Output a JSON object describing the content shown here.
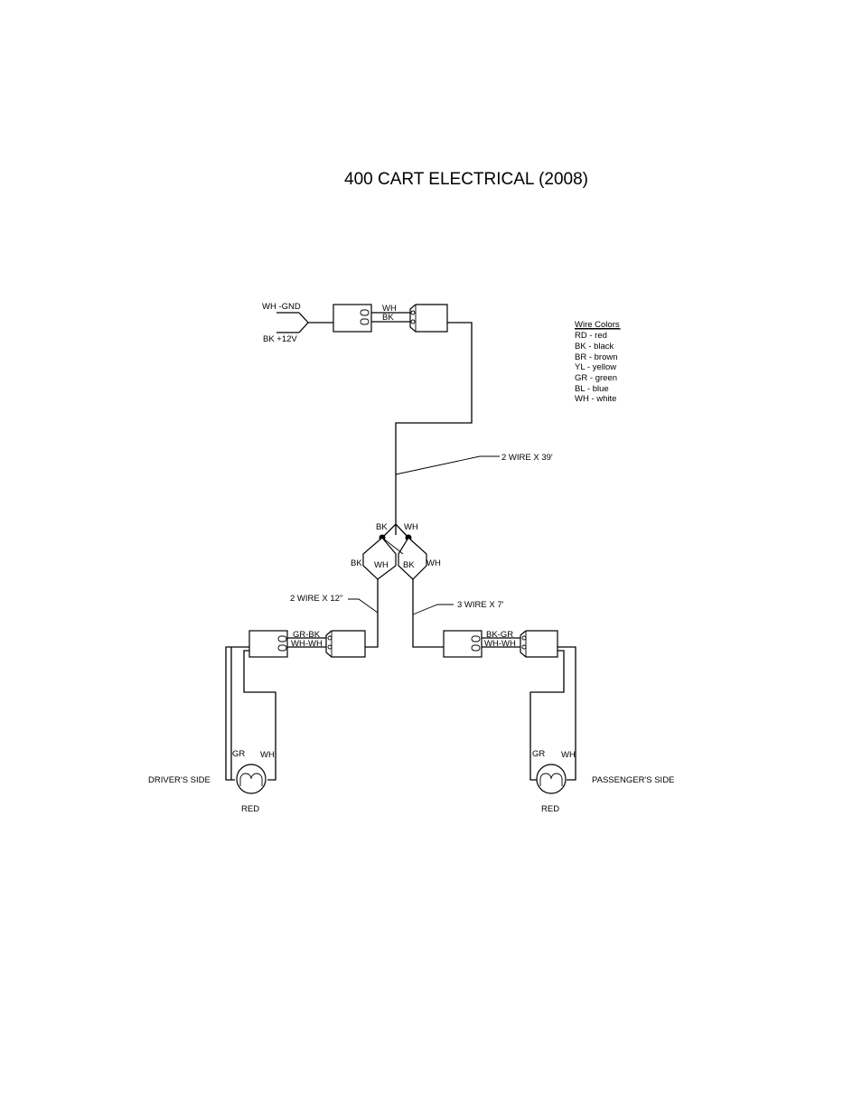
{
  "title": "400 CART ELECTRICAL (2008)",
  "power": {
    "gnd_label": "WH -GND",
    "pos_label": "BK +12V",
    "wh_label": "WH",
    "bk_label": "BK"
  },
  "cable_main": "2 WIRE X 39'",
  "splice": {
    "bk_top": "BK",
    "wh_top": "WH",
    "bk_left": "BK",
    "wh_left": "WH",
    "bk_right": "BK",
    "wh_right": "WH"
  },
  "cable_left": "2 WIRE X 12\"",
  "cable_right": "3 WIRE X 7'",
  "left_connector": {
    "top": "GR-BK",
    "bottom": "WH-WH"
  },
  "right_connector": {
    "top": "BK-GR",
    "bottom": "WH-WH"
  },
  "driver": {
    "side": "DRIVER'S SIDE",
    "gr": "GR",
    "wh": "WH",
    "color": "RED"
  },
  "passenger": {
    "side": "PASSENGER'S SIDE",
    "gr": "GR",
    "wh": "WH",
    "color": "RED"
  },
  "legend": {
    "heading": "Wire Colors",
    "items": [
      "RD - red",
      "BK - black",
      "BR - brown",
      "YL - yellow",
      "GR - green",
      "BL - blue",
      "WH - white"
    ]
  }
}
